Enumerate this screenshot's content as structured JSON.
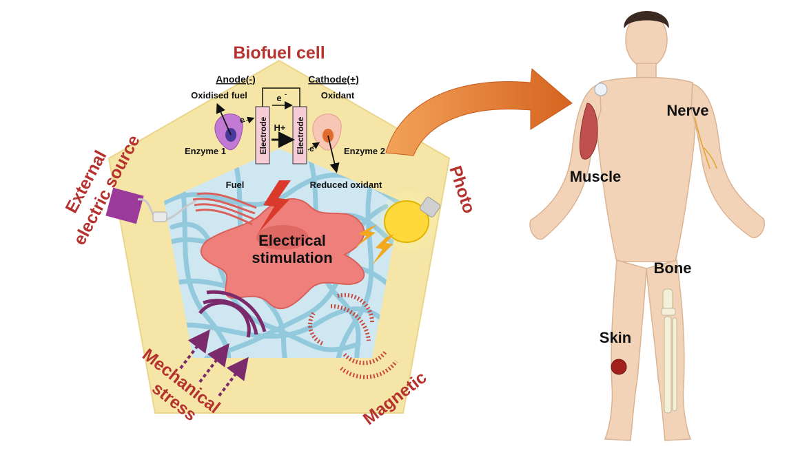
{
  "colors": {
    "pentagon": "#f5e6a8",
    "scaffold": "#8cc6da",
    "scaffold_bg": "#cfe7f1",
    "cell": "#ef7f7a",
    "label_red": "#b5322e",
    "arrow_orange": "#e07a2b",
    "skin_tone": "#f2d3b8",
    "mechanical_purple": "#7b2a6b",
    "magnetic_red": "#c8463c"
  },
  "stimuli": {
    "biofuel": "Biofuel cell",
    "external_line1": "External",
    "external_line2": "electric source",
    "photo": "Photo",
    "mechanical_line1": "Mechanical",
    "mechanical_line2": "stress",
    "magnetic": "Magnetic"
  },
  "biofuel_cell": {
    "anode": "Anode(-)",
    "cathode": "Cathode(+)",
    "oxidised_fuel": "Oxidised fuel",
    "oxidant": "Oxidant",
    "electron_top": "e",
    "electron_sup": "-",
    "electrode": "Electrode",
    "proton": "H+",
    "enzyme1": "Enzyme 1",
    "enzyme2": "Enzyme 2",
    "fuel": "Fuel",
    "reduced_oxidant": "Reduced oxidant",
    "electron_left": "e",
    "electron_right": "e"
  },
  "center": {
    "line1": "Electrical",
    "line2": "stimulation"
  },
  "body_targets": {
    "nerve": "Nerve",
    "muscle": "Muscle",
    "bone": "Bone",
    "skin": "Skin"
  },
  "icons": [
    "battery-icon",
    "lightning-icon",
    "light-bulb-icon",
    "cell-icon",
    "human-body-icon",
    "arrow-icon",
    "wave-icon",
    "magnet-field-icon"
  ]
}
